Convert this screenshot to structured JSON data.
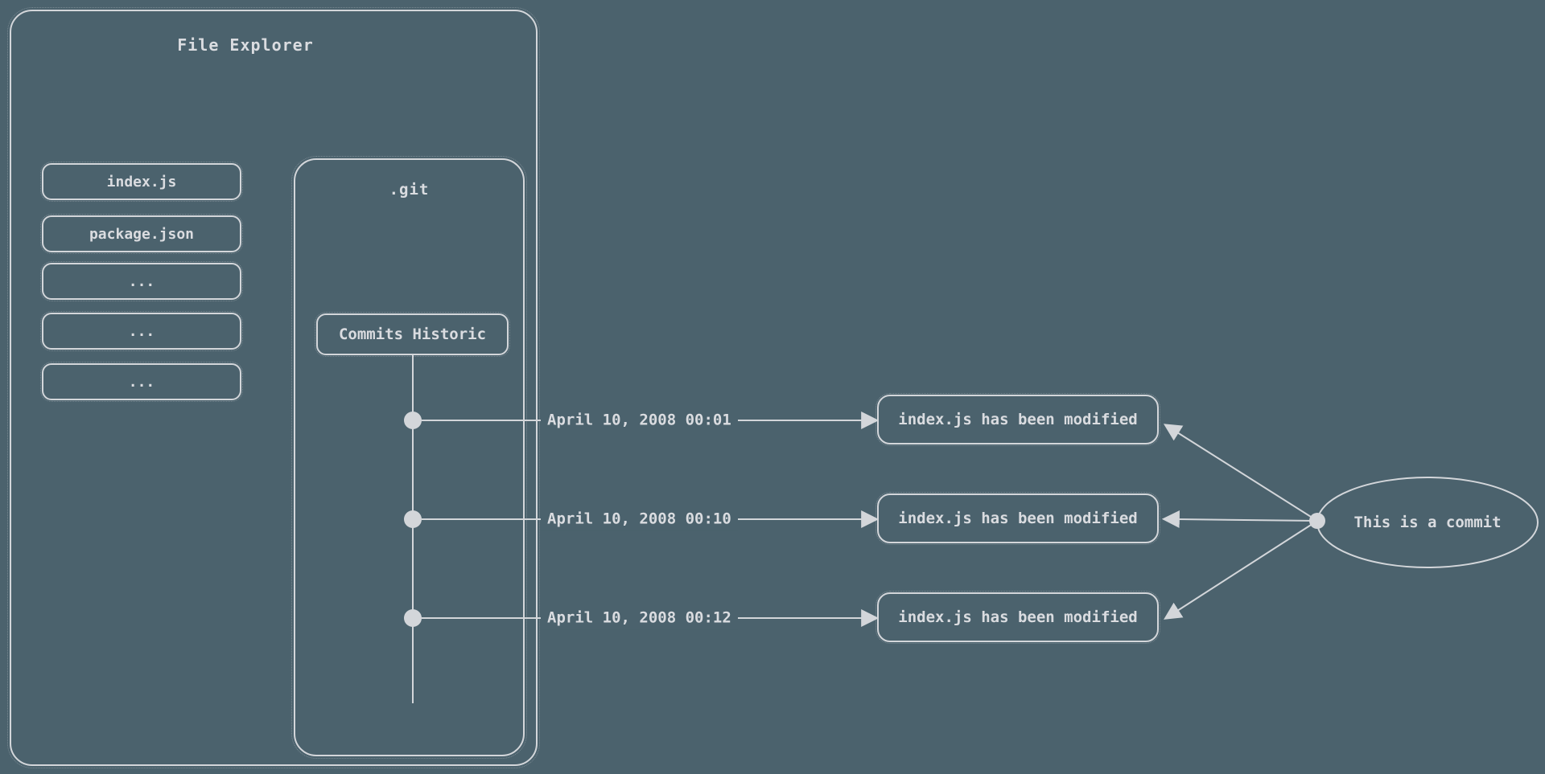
{
  "colors": {
    "background": "#4b626d",
    "stroke": "#d3d6da",
    "text": "#dadce0"
  },
  "file_explorer": {
    "title": "File Explorer",
    "files": [
      {
        "label": "index.js"
      },
      {
        "label": "package.json"
      },
      {
        "label": "..."
      },
      {
        "label": "..."
      },
      {
        "label": "..."
      }
    ]
  },
  "git": {
    "title": ".git",
    "commits_label": "Commits Historic"
  },
  "commits": [
    {
      "date": "April 10, 2008 00:01",
      "message": "index.js has been modified"
    },
    {
      "date": "April 10, 2008 00:10",
      "message": "index.js has been modified"
    },
    {
      "date": "April 10, 2008 00:12",
      "message": "index.js has been modified"
    }
  ],
  "annotation": {
    "label": "This is a commit"
  }
}
